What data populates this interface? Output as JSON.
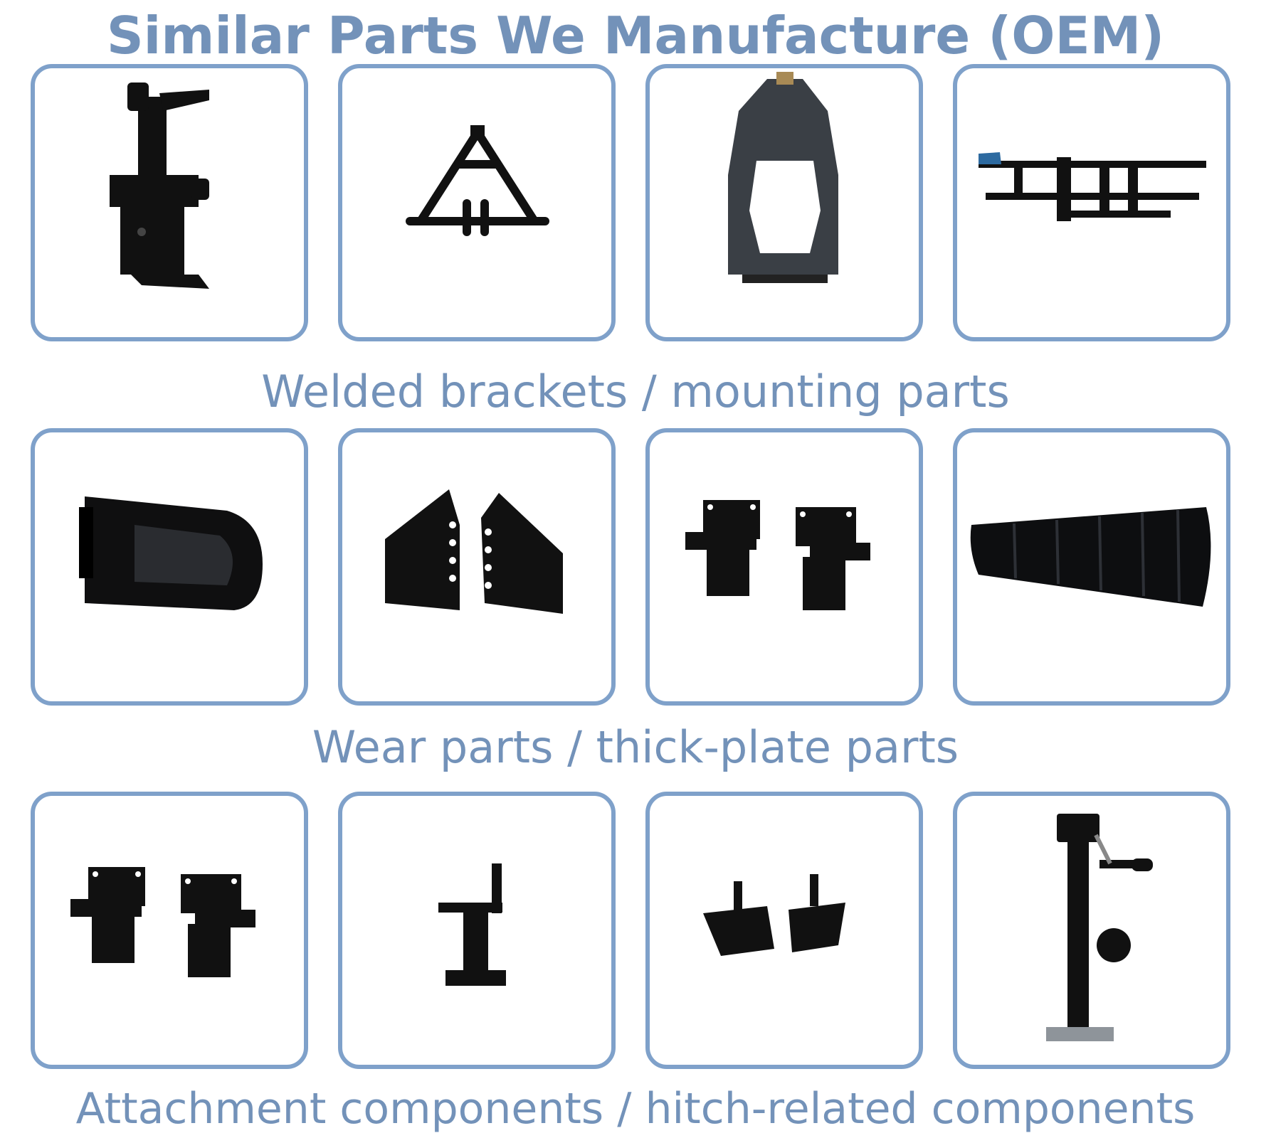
{
  "title": "Similar Parts We Manufacture (OEM)",
  "accent_color": "#7fa1ca",
  "text_color": "#7392b9",
  "sections": [
    {
      "caption": "Welded brackets / mounting parts",
      "items": [
        {
          "icon": "vertical-post-bracket-icon"
        },
        {
          "icon": "a-frame-hitch-icon"
        },
        {
          "icon": "welded-frame-icon"
        },
        {
          "icon": "ladder-bracket-icon"
        }
      ]
    },
    {
      "caption": "Wear parts / thick-plate parts",
      "items": [
        {
          "icon": "curved-plow-housing-icon"
        },
        {
          "icon": "gusset-plate-pair-icon"
        },
        {
          "icon": "mounting-bracket-pair-icon"
        },
        {
          "icon": "plow-blade-icon"
        }
      ]
    },
    {
      "caption": "Attachment components / hitch-related components",
      "items": [
        {
          "icon": "mounting-bracket-pair-icon"
        },
        {
          "icon": "angle-post-bracket-icon"
        },
        {
          "icon": "pin-plate-pair-icon"
        },
        {
          "icon": "trailer-jack-icon"
        }
      ]
    }
  ]
}
